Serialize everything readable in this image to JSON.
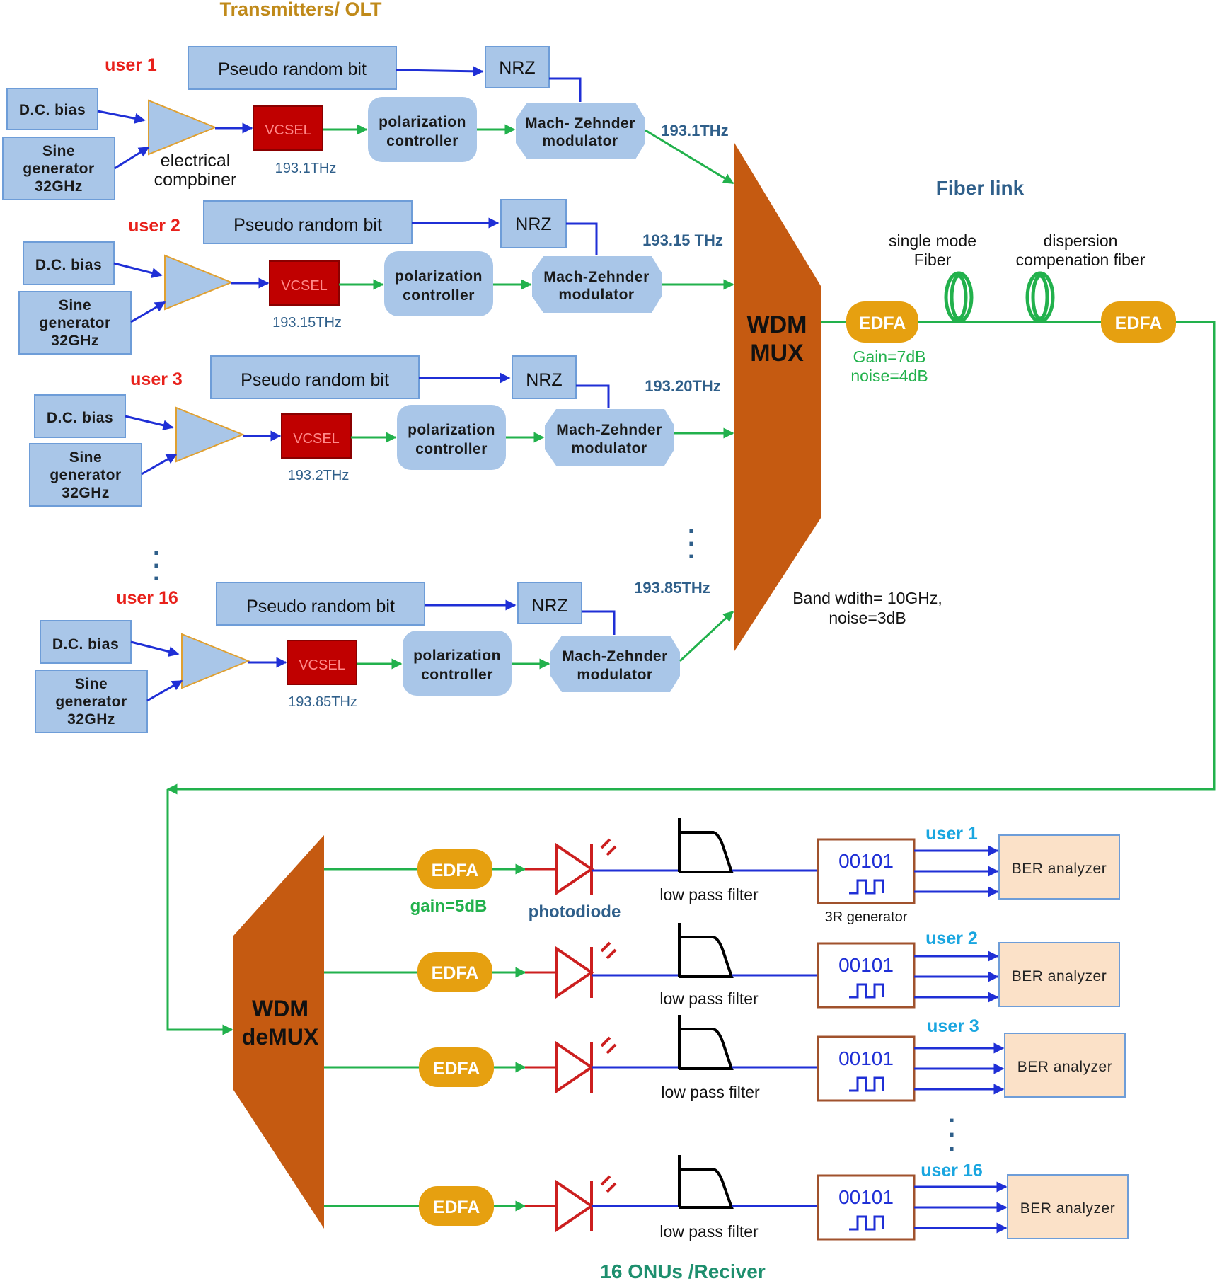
{
  "title_tx": "Transmitters/ OLT",
  "title_rx": "16 ONUs /Reciver",
  "fiber_link": "Fiber link",
  "users": [
    "user 1",
    "user 2",
    "user 3",
    "user 16"
  ],
  "labels": {
    "prbs": "Pseudo random bit",
    "nrz": "NRZ",
    "dc_bias": "D.C. bias",
    "sine1": "Sine",
    "sine2": "generator",
    "sine3": "32GHz",
    "vcsel": "VCSEL",
    "pol1": "polarization",
    "pol2": "controller",
    "mz1_first": "Mach- Zehnder",
    "mz1": "Mach-Zehnder",
    "mz2": "modulator",
    "combiner1": "electrical",
    "combiner2": "compbiner"
  },
  "vcsel_freqs": [
    "193.1THz",
    "193.15THz",
    "193.2THz",
    "193.85THz"
  ],
  "channel_freqs": [
    "193.1THz",
    "193.15 THz",
    "193.20THz",
    "193.85THz"
  ],
  "mux": {
    "line1": "WDM",
    "line2": "MUX",
    "bw1": "Band wdith= 10GHz,",
    "bw2": "noise=3dB"
  },
  "fiber": {
    "smf1": "single mode",
    "smf2": "Fiber",
    "dcf1": "dispersion",
    "dcf2": "compenation fiber",
    "edfa": "EDFA",
    "gain": "Gain=7dB",
    "noise": "noise=4dB"
  },
  "demux": {
    "line1": "WDM",
    "line2": "deMUX"
  },
  "rx": {
    "edfa": "EDFA",
    "gain": "gain=5dB",
    "photodiode": "photodiode",
    "lpf": "low pass filter",
    "bits": "00101",
    "gen3r": "3R generator",
    "ber": "BER analyzer"
  },
  "rx_users": [
    "user 1",
    "user 2",
    "user 3",
    "user 16"
  ],
  "ellipsis": ".",
  "colors": {
    "blue_box": "#a9c6e8",
    "vcsel_red": "#c00000",
    "mux_orange": "#c55a11",
    "edfa_orange": "#e6a010",
    "signal_green": "#22b14c",
    "electrical_blue": "#1f2fd6",
    "ber_peach": "#fbe1c8"
  }
}
